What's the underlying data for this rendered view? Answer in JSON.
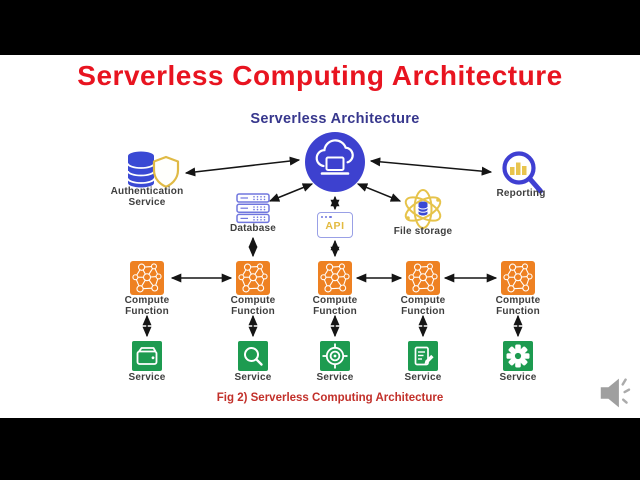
{
  "title": "Serverless Computing Architecture",
  "diagram": {
    "heading": "Serverless Architecture",
    "nodes": {
      "cloud": {
        "icon": "cloud-laptop-icon"
      },
      "authentication": {
        "label": "Authentication\nService",
        "icon": "database-shield-icon"
      },
      "reporting": {
        "label": "Reporting",
        "icon": "magnifier-chart-icon"
      },
      "database": {
        "label": "Database",
        "icon": "server-stack-icon"
      },
      "api": {
        "text": "API",
        "icon": "browser-window-icon"
      },
      "file_storage": {
        "label": "File storage",
        "icon": "atom-storage-icon"
      }
    },
    "compute_functions": [
      {
        "label": "Compute\nFunction",
        "icon": "network-graph-icon"
      },
      {
        "label": "Compute\nFunction",
        "icon": "network-graph-icon"
      },
      {
        "label": "Compute\nFunction",
        "icon": "network-graph-icon"
      },
      {
        "label": "Compute\nFunction",
        "icon": "network-graph-icon"
      },
      {
        "label": "Compute\nFunction",
        "icon": "network-graph-icon"
      }
    ],
    "services": [
      {
        "label": "Service",
        "icon": "wallet-icon"
      },
      {
        "label": "Service",
        "icon": "search-icon"
      },
      {
        "label": "Service",
        "icon": "target-icon"
      },
      {
        "label": "Service",
        "icon": "clipboard-edit-icon"
      },
      {
        "label": "Service",
        "icon": "gear-icon"
      }
    ],
    "colors": {
      "primary_blue": "#3d41cf",
      "icon_outline_blue": "#7076de",
      "gold": "#e5c04a",
      "compute_orange": "#ee8122",
      "service_green": "#1d9b50",
      "heading_navy": "#37378d",
      "title_red": "#e81420",
      "caption_red": "#c2302a",
      "label_gray": "#3f3f3f",
      "arrow_black": "#151515"
    }
  },
  "caption": "Fig 2) Serverless Computing Architecture",
  "audio": {
    "icon": "speaker-volume-icon"
  }
}
